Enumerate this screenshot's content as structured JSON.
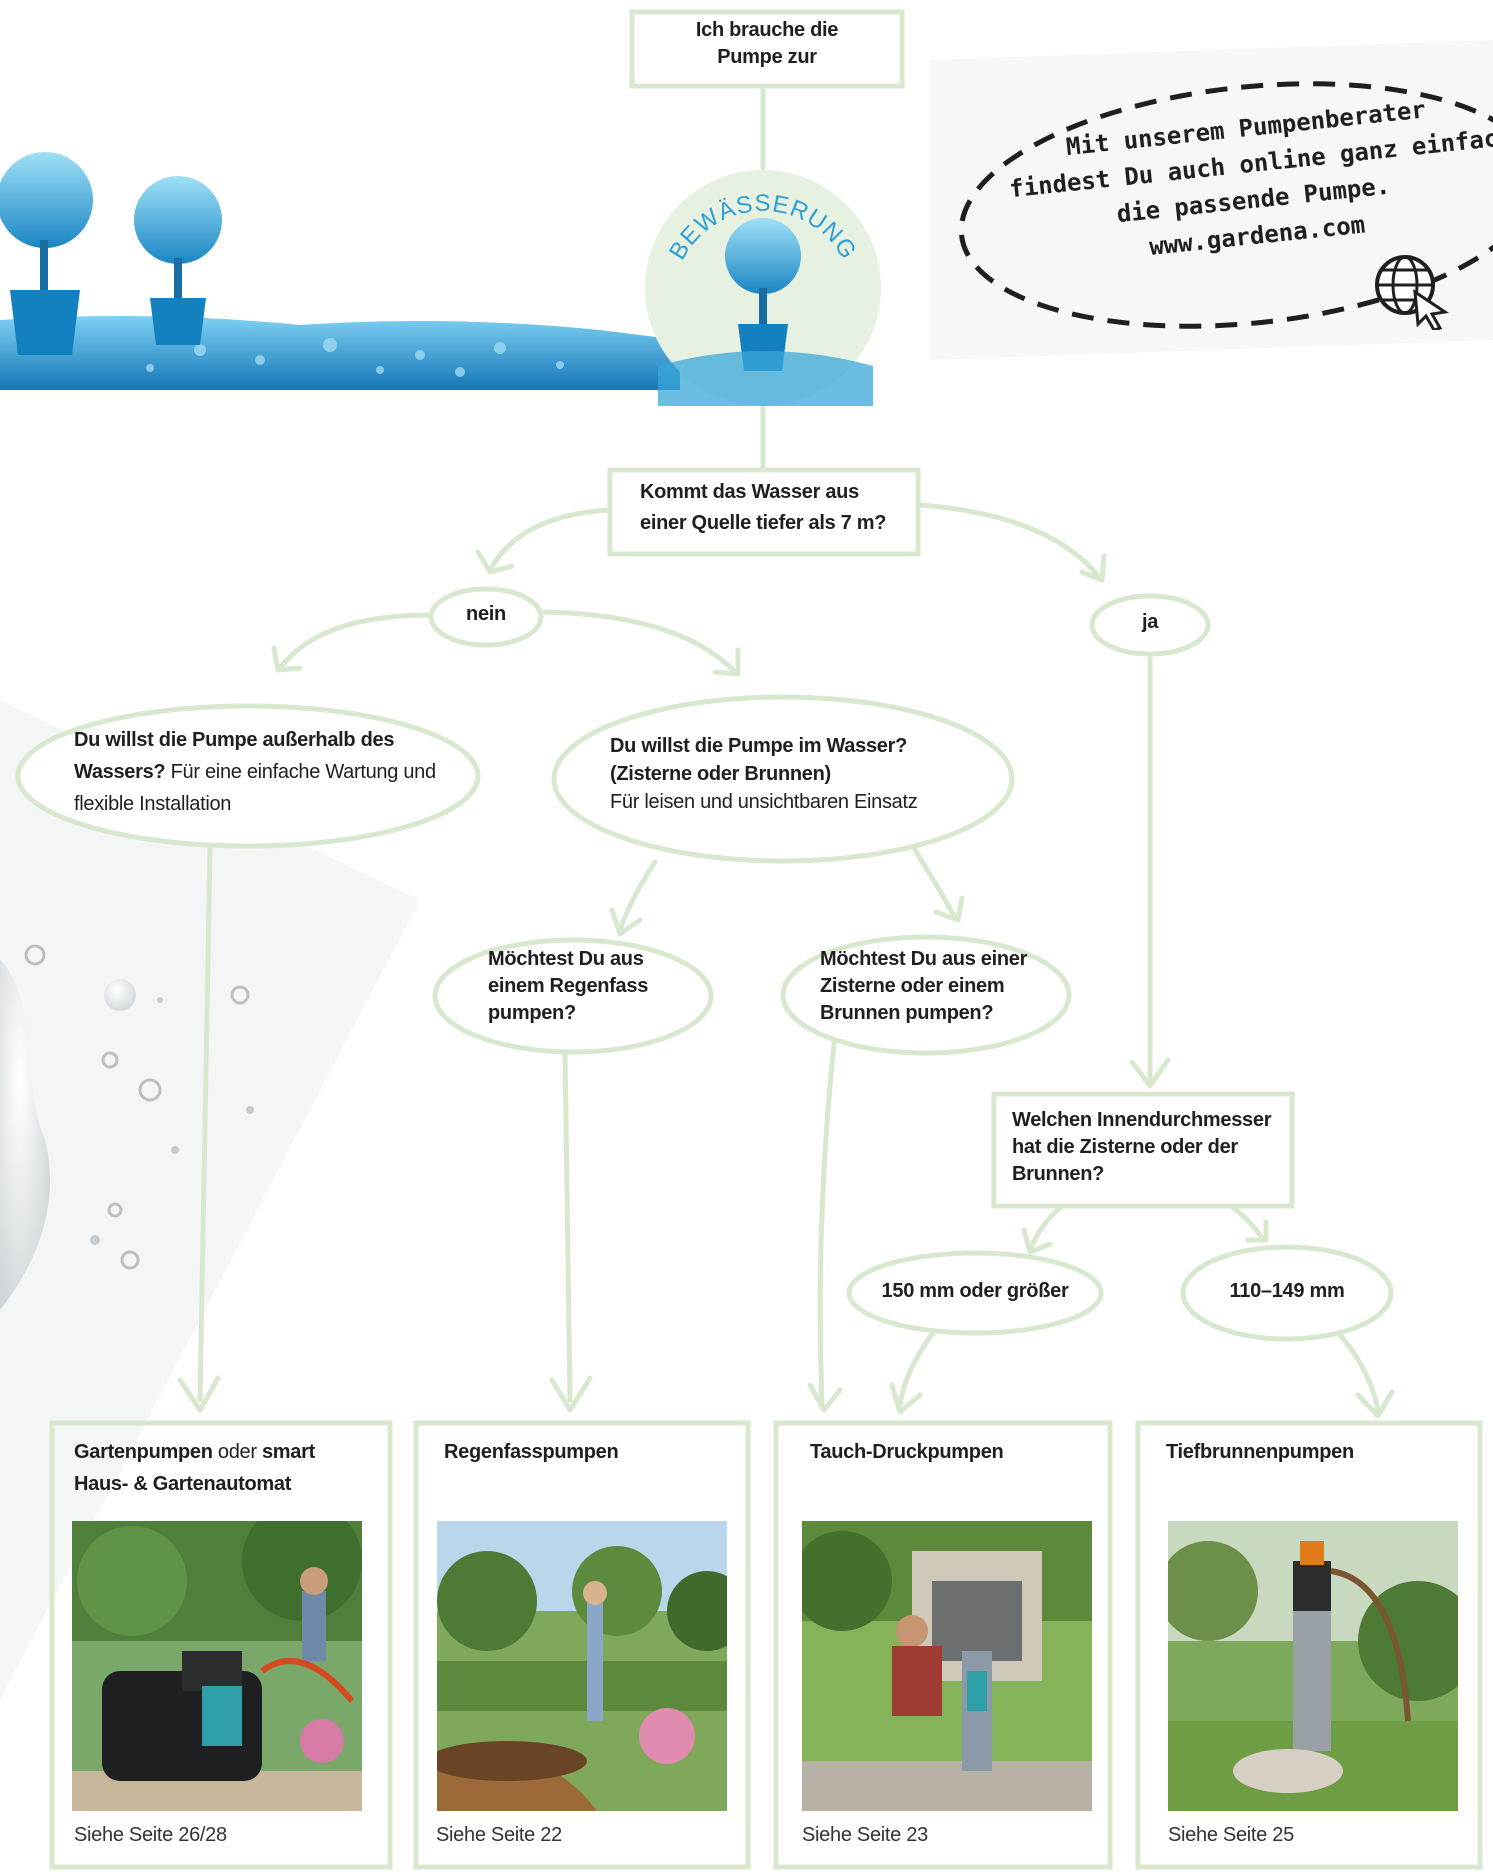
{
  "top_box": {
    "line1": "Ich brauche die",
    "line2": "Pumpe zur"
  },
  "circle_badge": {
    "label": "BEWÄSSERUNG"
  },
  "online_note": {
    "line1": "Mit unserem Pumpenberater",
    "line2": "findest Du auch online ganz einfach",
    "line3": "die passende Pumpe.",
    "line4": "www.gardena.com",
    "icon": "globe-cursor-icon"
  },
  "question_depth": {
    "line1": "Kommt das Wasser aus",
    "line2": "einer Quelle tiefer als 7 m?"
  },
  "answer_no": "nein",
  "answer_yes": "ja",
  "outside_water": {
    "bold1": "Du willst die Pumpe außerhalb des",
    "bold2": "Wassers?",
    "rest2": " Für eine einfache Wartung und",
    "line3": "flexible Installation"
  },
  "in_water": {
    "bold1": "Du willst die Pumpe im Wasser?",
    "bold2": "(Zisterne oder Brunnen)",
    "line3": "Für leisen und unsichtbaren Einsatz"
  },
  "rain_barrel_q": {
    "line1": "Möchtest Du aus",
    "line2": "einem Regenfass",
    "line3": "pumpen?"
  },
  "cistern_q": {
    "line1": "Möchtest Du aus einer",
    "line2": "Zisterne oder einem",
    "line3": "Brunnen pumpen?"
  },
  "diameter_q": {
    "line1": "Welchen Innendurchmesser",
    "line2": "hat die Zisterne oder der",
    "line3": "Brunnen?"
  },
  "size_large": "150 mm oder größer",
  "size_small": "110–149 mm",
  "cards": [
    {
      "title_bold": "Gartenpumpen",
      "title_mid": " oder ",
      "title_bold2": "smart",
      "title_line2": "Haus- & Gartenautomat",
      "footer": "Siehe Seite 26/28",
      "image": "garden-pump-photo"
    },
    {
      "title_bold": "Regenfasspumpen",
      "footer": "Siehe Seite 22",
      "image": "rain-barrel-photo"
    },
    {
      "title_bold": "Tauch-Druckpumpen",
      "footer": "Siehe Seite 23",
      "image": "submersible-pump-photo"
    },
    {
      "title_bold": "Tiefbrunnenpumpen",
      "footer": "Siehe Seite 25",
      "image": "deep-well-pump-photo"
    }
  ],
  "colors": {
    "line": "#d7e8cf",
    "badge_bg": "#e6f1e2",
    "water_blue": "#2f9fd4",
    "water_dark": "#0d72b0"
  }
}
